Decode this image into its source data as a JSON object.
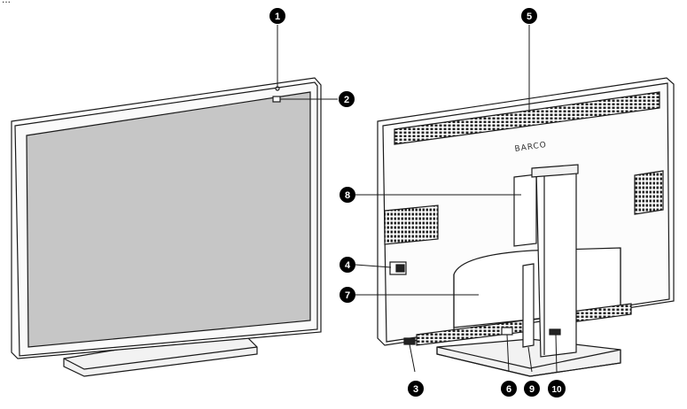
{
  "caption_clip": "...",
  "brand_text": "BARCO",
  "callouts": [
    "1",
    "2",
    "3",
    "4",
    "5",
    "6",
    "7",
    "8",
    "9",
    "10"
  ],
  "colors": {
    "screen": "#c6c6c6",
    "outline": "#1a1a1a",
    "badge": "#000000",
    "badge_text": "#ffffff",
    "background": "#ffffff"
  }
}
